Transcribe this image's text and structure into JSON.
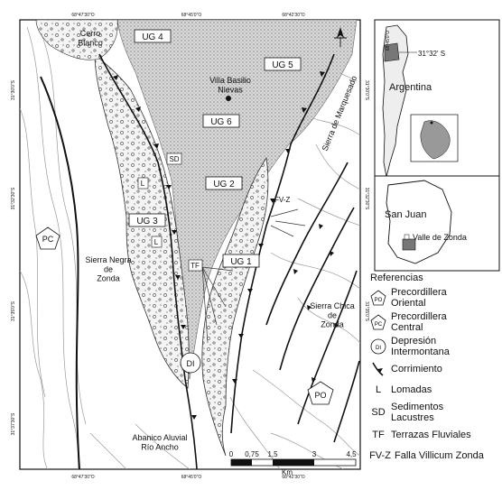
{
  "map": {
    "regions": {
      "cerro_blanco": "Cerro\nBlanco",
      "villa_basilio": "Villa Basilio\nNievas",
      "sierra_marquesado": "Sierra de Marquesado",
      "sierra_negra": "Sierra Negra\nde\nZonda",
      "sierra_chica": "Sierra Chica\nde\nZonda",
      "abanico": "Abanico Aluvial\nRío Ancho"
    },
    "unit_boxes": [
      "UG 4",
      "UG 5",
      "UG 6",
      "UG 2",
      "UG 3",
      "UG 1"
    ],
    "small_labels": {
      "sd": "SD",
      "l1": "L",
      "l2": "L",
      "tf": "TF",
      "fvz": "FV-Z"
    },
    "symbols": {
      "pc": "PC",
      "di": "DI",
      "po": "PO"
    },
    "coords_top": [
      "68°47'30\"O",
      "68°45'0\"O",
      "68°42'30\"O"
    ],
    "coords_bottom": [
      "68°47'30\"O",
      "68°45'0\"O",
      "68°42'30\"O"
    ],
    "coords_left": [
      "31°30'0\"S",
      "31°32'30\"S",
      "31°35'0\"S",
      "31°37'30\"S"
    ],
    "coords_right": [
      "31°30'0\"S",
      "31°32'30\"S",
      "31°35'0\"S"
    ],
    "scale": {
      "ticks": [
        "0",
        "0,75",
        "1,5",
        "3",
        "4,5"
      ],
      "unit": "Km"
    }
  },
  "inset": {
    "lat_label": "31°32' S",
    "country": "Argentina",
    "province": "San Juan",
    "valley": "Valle de Zonda"
  },
  "legend": {
    "title": "Referencias",
    "items": [
      {
        "abbr": "PO",
        "text": "Precordillera\nOriental"
      },
      {
        "abbr": "PC",
        "text": "Precordillera\nCentral"
      },
      {
        "abbr": "DI",
        "text": "Depresión\nIntermontana"
      },
      {
        "abbr": "",
        "text": "Corrimiento"
      },
      {
        "abbr": "L",
        "text": "Lomadas"
      },
      {
        "abbr": "SD",
        "text": "Sedimentos\nLacustres"
      },
      {
        "abbr": "TF",
        "text": "Terrazas Fluviales"
      },
      {
        "abbr": "FV-Z",
        "text": "Falla Villicum Zonda"
      }
    ]
  },
  "colors": {
    "stipple": "#cfcfcf",
    "gravel": "#f2f2f2",
    "line": "#111111",
    "contour": "#9a9a9a"
  }
}
